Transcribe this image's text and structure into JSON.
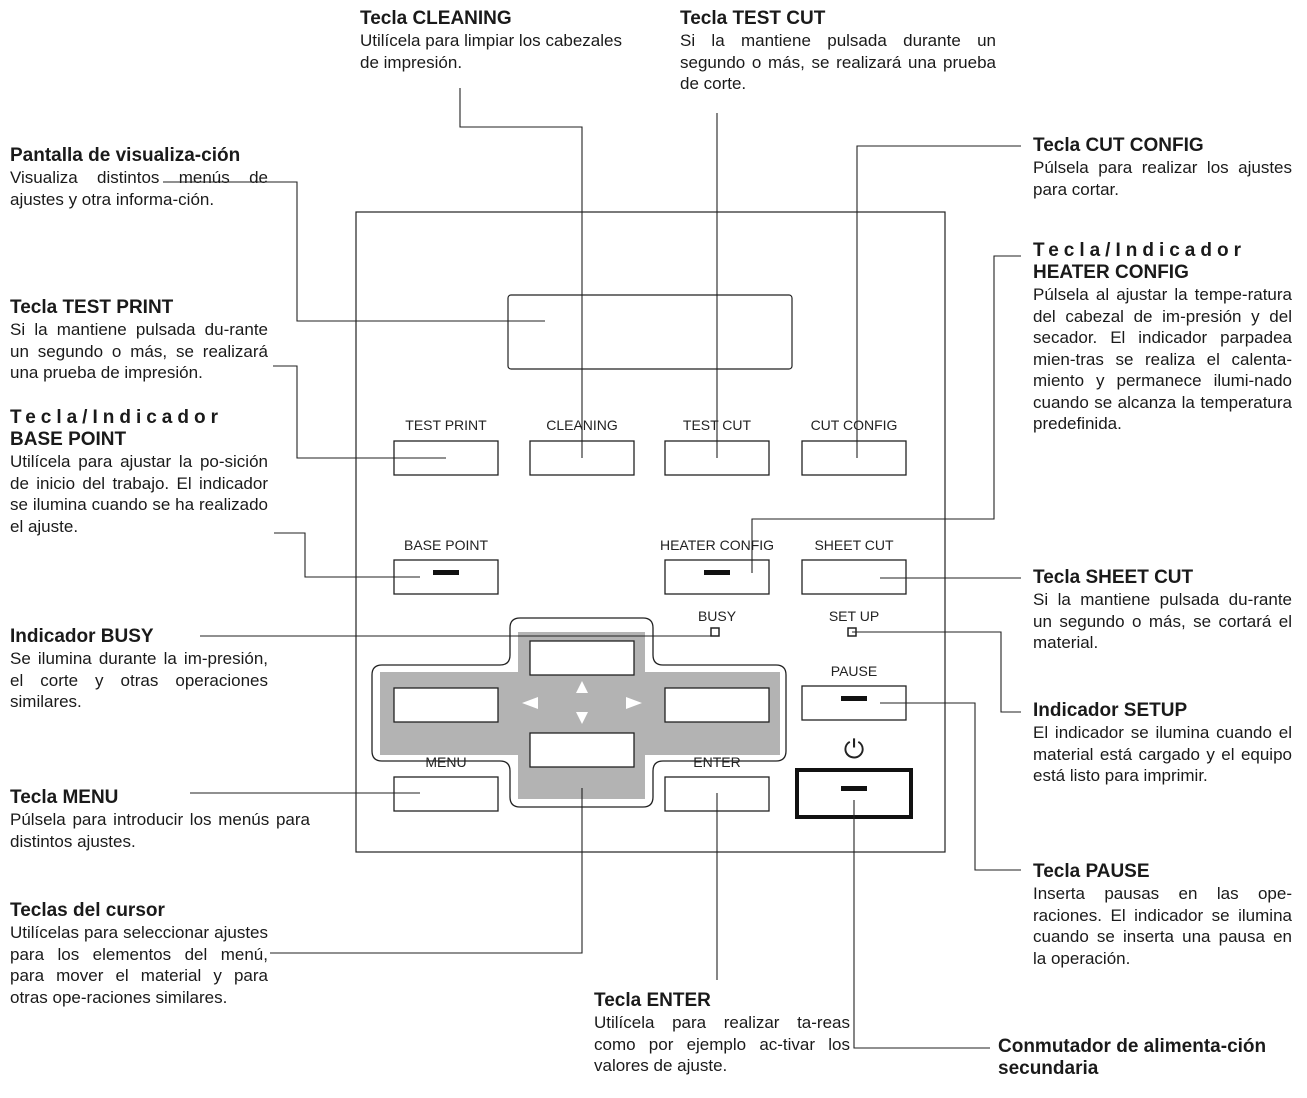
{
  "annotations": {
    "cleaning": {
      "title": "Tecla CLEANING",
      "text": "Utilícela para limpiar los cabezales de impresión."
    },
    "test_cut": {
      "title": "Tecla TEST CUT",
      "text": "Si la mantiene pulsada durante un segundo o más, se realizará una prueba de corte."
    },
    "display": {
      "title": "Pantalla de visualiza-ción",
      "text": "Visualiza distintos menús de ajustes y otra informa-ción."
    },
    "test_print": {
      "title": "Tecla TEST PRINT",
      "text": "Si la mantiene pulsada du-rante un segundo o más, se realizará una prueba de impresión."
    },
    "base_point": {
      "title1": "Tecla/Indicador",
      "title2": "BASE POINT",
      "text": "Utilícela para ajustar la po-sición de inicio del trabajo. El indicador se ilumina cuando se ha realizado el ajuste."
    },
    "busy": {
      "title": "Indicador BUSY",
      "text": "Se ilumina durante la im-presión, el corte y otras operaciones similares."
    },
    "menu": {
      "title": "Tecla MENU",
      "text": "Púlsela para introducir los menús para distintos ajustes."
    },
    "cursor": {
      "title": "Teclas del cursor",
      "text": "Utilícelas para seleccionar ajustes para los elementos del menú, para mover el material y para otras ope-raciones similares."
    },
    "enter": {
      "title": "Tecla ENTER",
      "text": "Utilícela para realizar ta-reas como por ejemplo ac-tivar los valores de ajuste."
    },
    "cut_config": {
      "title": "Tecla CUT CONFIG",
      "text": "Púlsela para realizar los ajustes para cortar."
    },
    "heater_config": {
      "title1": "Tecla/Indicador",
      "title2": "HEATER CONFIG",
      "text": "Púlsela al ajustar la tempe-ratura del cabezal de im-presión y del secador. El indicador parpadea mien-tras se realiza el calenta-miento y permanece ilumi-nado cuando se alcanza la temperatura predefinida."
    },
    "sheet_cut": {
      "title": "Tecla SHEET CUT",
      "text": "Si la mantiene pulsada du-rante un segundo o más, se cortará el material."
    },
    "setup": {
      "title": "Indicador SETUP",
      "text": "El indicador se ilumina cuando el material está cargado y el equipo está listo para imprimir."
    },
    "pause": {
      "title": "Tecla PAUSE",
      "text": "Inserta pausas en las ope-raciones. El indicador se ilumina cuando se inserta una pausa en la operación."
    },
    "power": {
      "title": "Conmutador de alimenta-ción secundaria"
    }
  },
  "panel": {
    "test_print": "TEST PRINT",
    "cleaning": "CLEANING",
    "test_cut": "TEST CUT",
    "cut_config": "CUT CONFIG",
    "base_point": "BASE POINT",
    "heater_config": "HEATER CONFIG",
    "sheet_cut": "SHEET CUT",
    "busy": "BUSY",
    "set_up": "SET UP",
    "pause": "PAUSE",
    "menu": "MENU",
    "enter": "ENTER",
    "power_symbol": "⏻"
  }
}
